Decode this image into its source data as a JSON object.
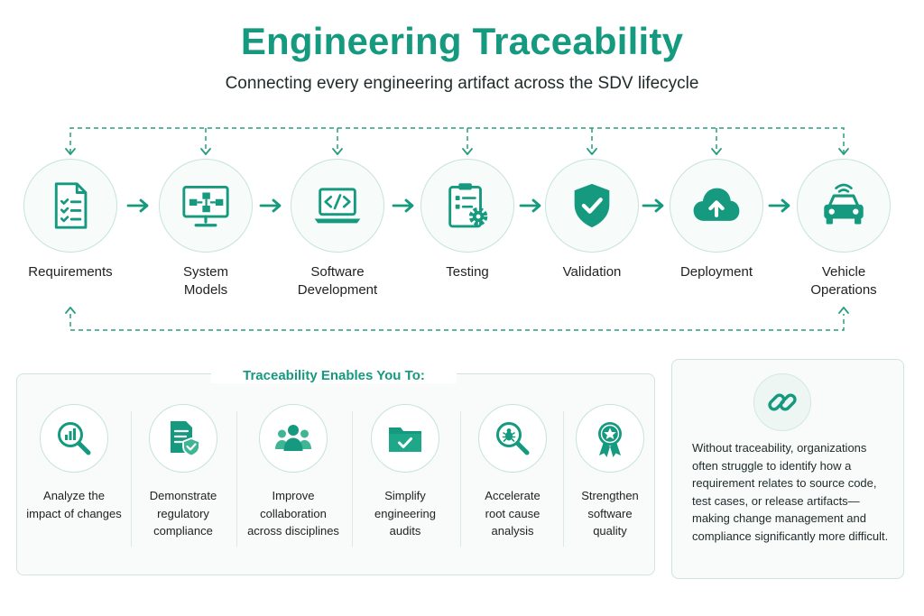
{
  "header": {
    "title": "Engineering Traceability",
    "subtitle": "Connecting every engineering artifact across the SDV lifecycle"
  },
  "lifecycle": {
    "stages": [
      {
        "label": "Requirements",
        "icon": "document-checklist-icon"
      },
      {
        "label": "System\nModels",
        "icon": "system-diagram-monitor-icon"
      },
      {
        "label": "Software\nDevelopment",
        "icon": "code-laptop-icon"
      },
      {
        "label": "Testing",
        "icon": "clipboard-gear-icon"
      },
      {
        "label": "Validation",
        "icon": "shield-check-icon"
      },
      {
        "label": "Deployment",
        "icon": "cloud-upload-icon"
      },
      {
        "label": "Vehicle\nOperations",
        "icon": "connected-car-icon"
      }
    ]
  },
  "benefits": {
    "title": "Traceability Enables You To:",
    "items": [
      {
        "label": "Analyze the\nimpact of changes",
        "icon": "magnifier-chart-icon"
      },
      {
        "label": "Demonstrate\nregulatory\ncompliance",
        "icon": "document-shield-icon"
      },
      {
        "label": "Improve\ncollaboration\nacross disciplines",
        "icon": "team-icon"
      },
      {
        "label": "Simplify\nengineering\naudits",
        "icon": "folder-check-icon"
      },
      {
        "label": "Accelerate\nroot cause\nanalysis",
        "icon": "bug-magnifier-icon"
      },
      {
        "label": "Strengthen\nsoftware\nquality",
        "icon": "award-ribbon-icon"
      }
    ]
  },
  "note": {
    "icon": "chain-link-icon",
    "text": "Without traceability, organizations often struggle to identify how a requirement relates to source code, test cases, or release artifacts—making change management and compliance significantly more difficult."
  },
  "colors": {
    "accent": "#15997f",
    "accent_light": "#3fb595",
    "panel_border": "#cfe4dd"
  }
}
